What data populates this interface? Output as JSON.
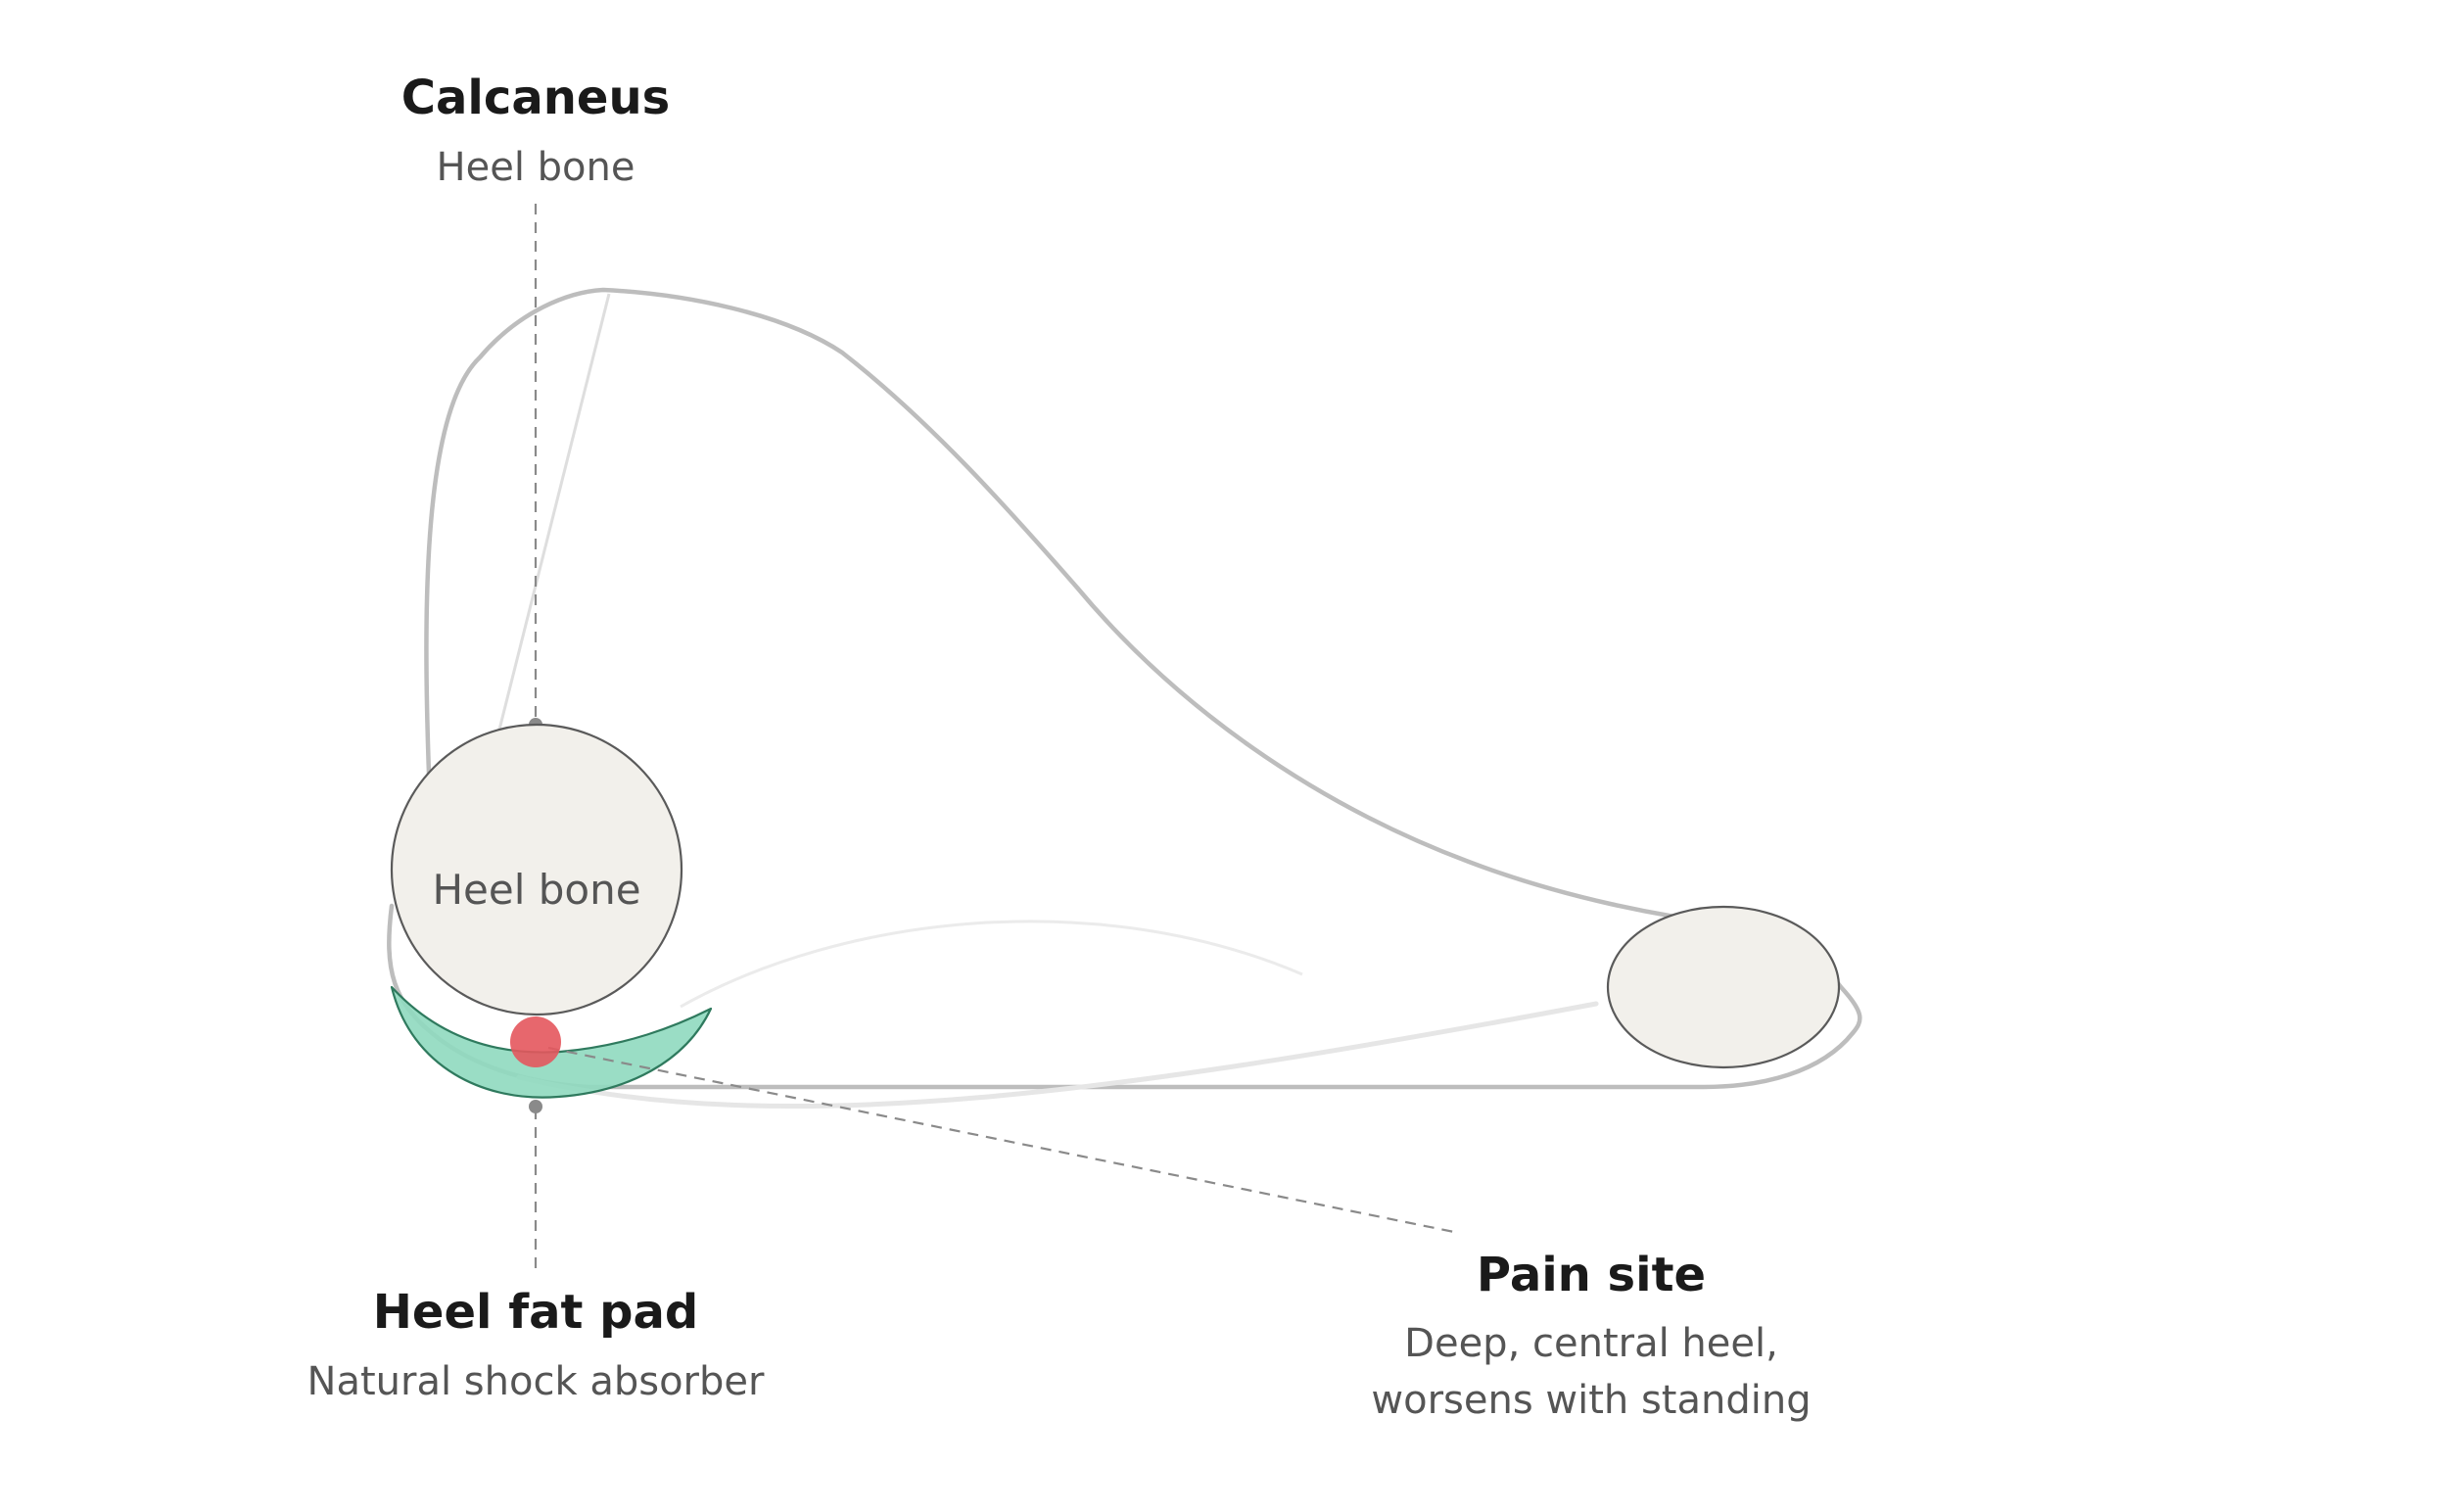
{
  "labels": {
    "calcaneus": {
      "title": "Calcaneus",
      "subtitle": "Heel bone"
    },
    "heel_bone_inner": "Heel bone",
    "fat_pad": {
      "title": "Heel fat pad",
      "subtitle": "Natural shock absorber"
    },
    "pain_site": {
      "title": "Pain site",
      "line1": "Deep, central heel,",
      "line2": "worsens with standing"
    }
  },
  "colors": {
    "outline": "#bdbdbd",
    "faint_line": "#e4e4e4",
    "bone_fill": "#f2f0eb",
    "bone_stroke": "#5a5a5a",
    "fat_pad_fill": "#8fd9bf",
    "fat_pad_stroke": "#2f7a5e",
    "pain_marker": "#e4575d",
    "leader": "#8a8a8a"
  }
}
